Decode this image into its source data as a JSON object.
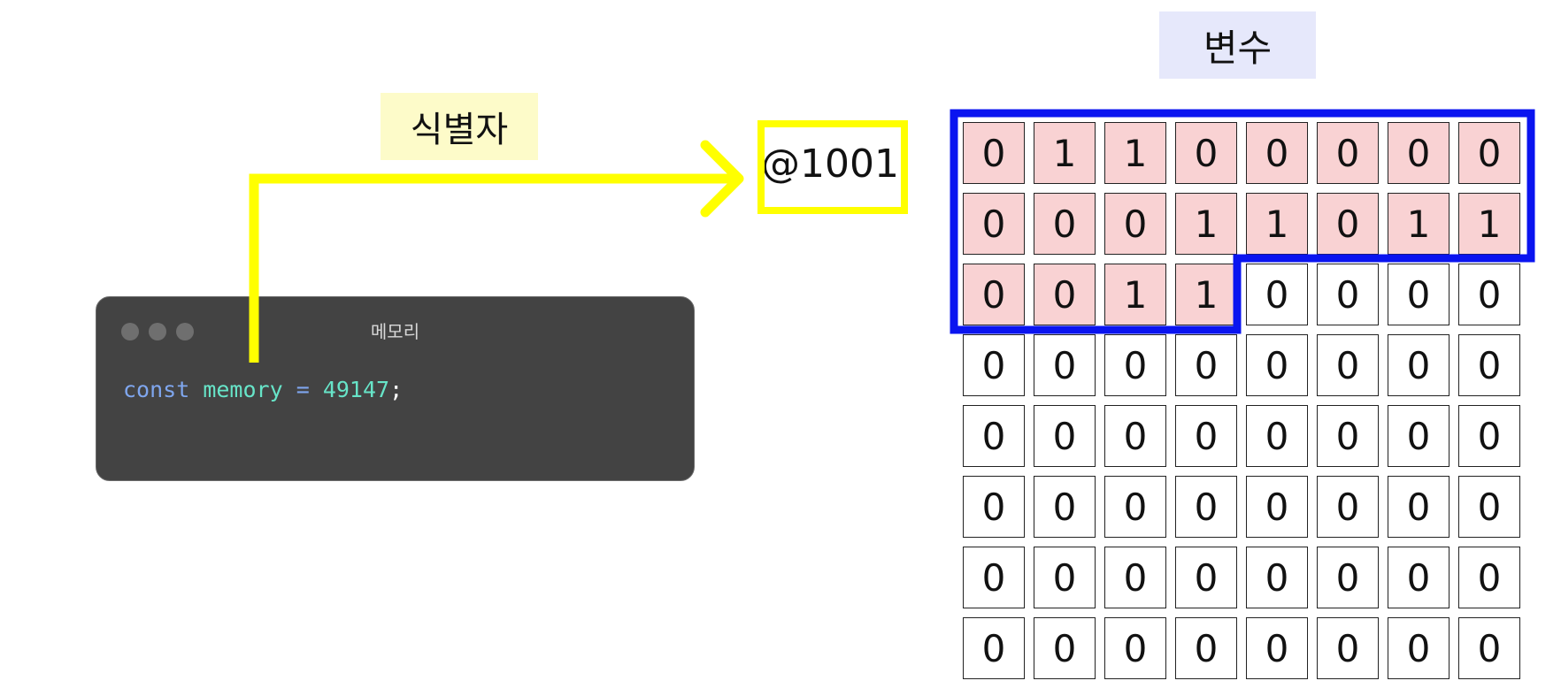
{
  "identifier_label": "식별자",
  "variable_label": "변수",
  "address": "@1001",
  "code_window": {
    "title": "메모리",
    "code": {
      "keyword": "const",
      "name": "memory",
      "operator": "=",
      "value": "49147",
      "terminator": ";"
    }
  },
  "memory": {
    "rows": [
      [
        "0",
        "1",
        "1",
        "0",
        "0",
        "0",
        "0",
        "0"
      ],
      [
        "0",
        "0",
        "0",
        "1",
        "1",
        "0",
        "1",
        "1"
      ],
      [
        "0",
        "0",
        "1",
        "1",
        "0",
        "0",
        "0",
        "0"
      ],
      [
        "0",
        "0",
        "0",
        "0",
        "0",
        "0",
        "0",
        "0"
      ],
      [
        "0",
        "0",
        "0",
        "0",
        "0",
        "0",
        "0",
        "0"
      ],
      [
        "0",
        "0",
        "0",
        "0",
        "0",
        "0",
        "0",
        "0"
      ],
      [
        "0",
        "0",
        "0",
        "0",
        "0",
        "0",
        "0",
        "0"
      ],
      [
        "0",
        "0",
        "0",
        "0",
        "0",
        "0",
        "0",
        "0"
      ]
    ],
    "highlighted_cells": 20
  },
  "colors": {
    "arrow": "#ffff00",
    "variable_outline": "#0a14f0",
    "highlight_fill": "#f9d2d3",
    "editor_background": "#434343"
  }
}
